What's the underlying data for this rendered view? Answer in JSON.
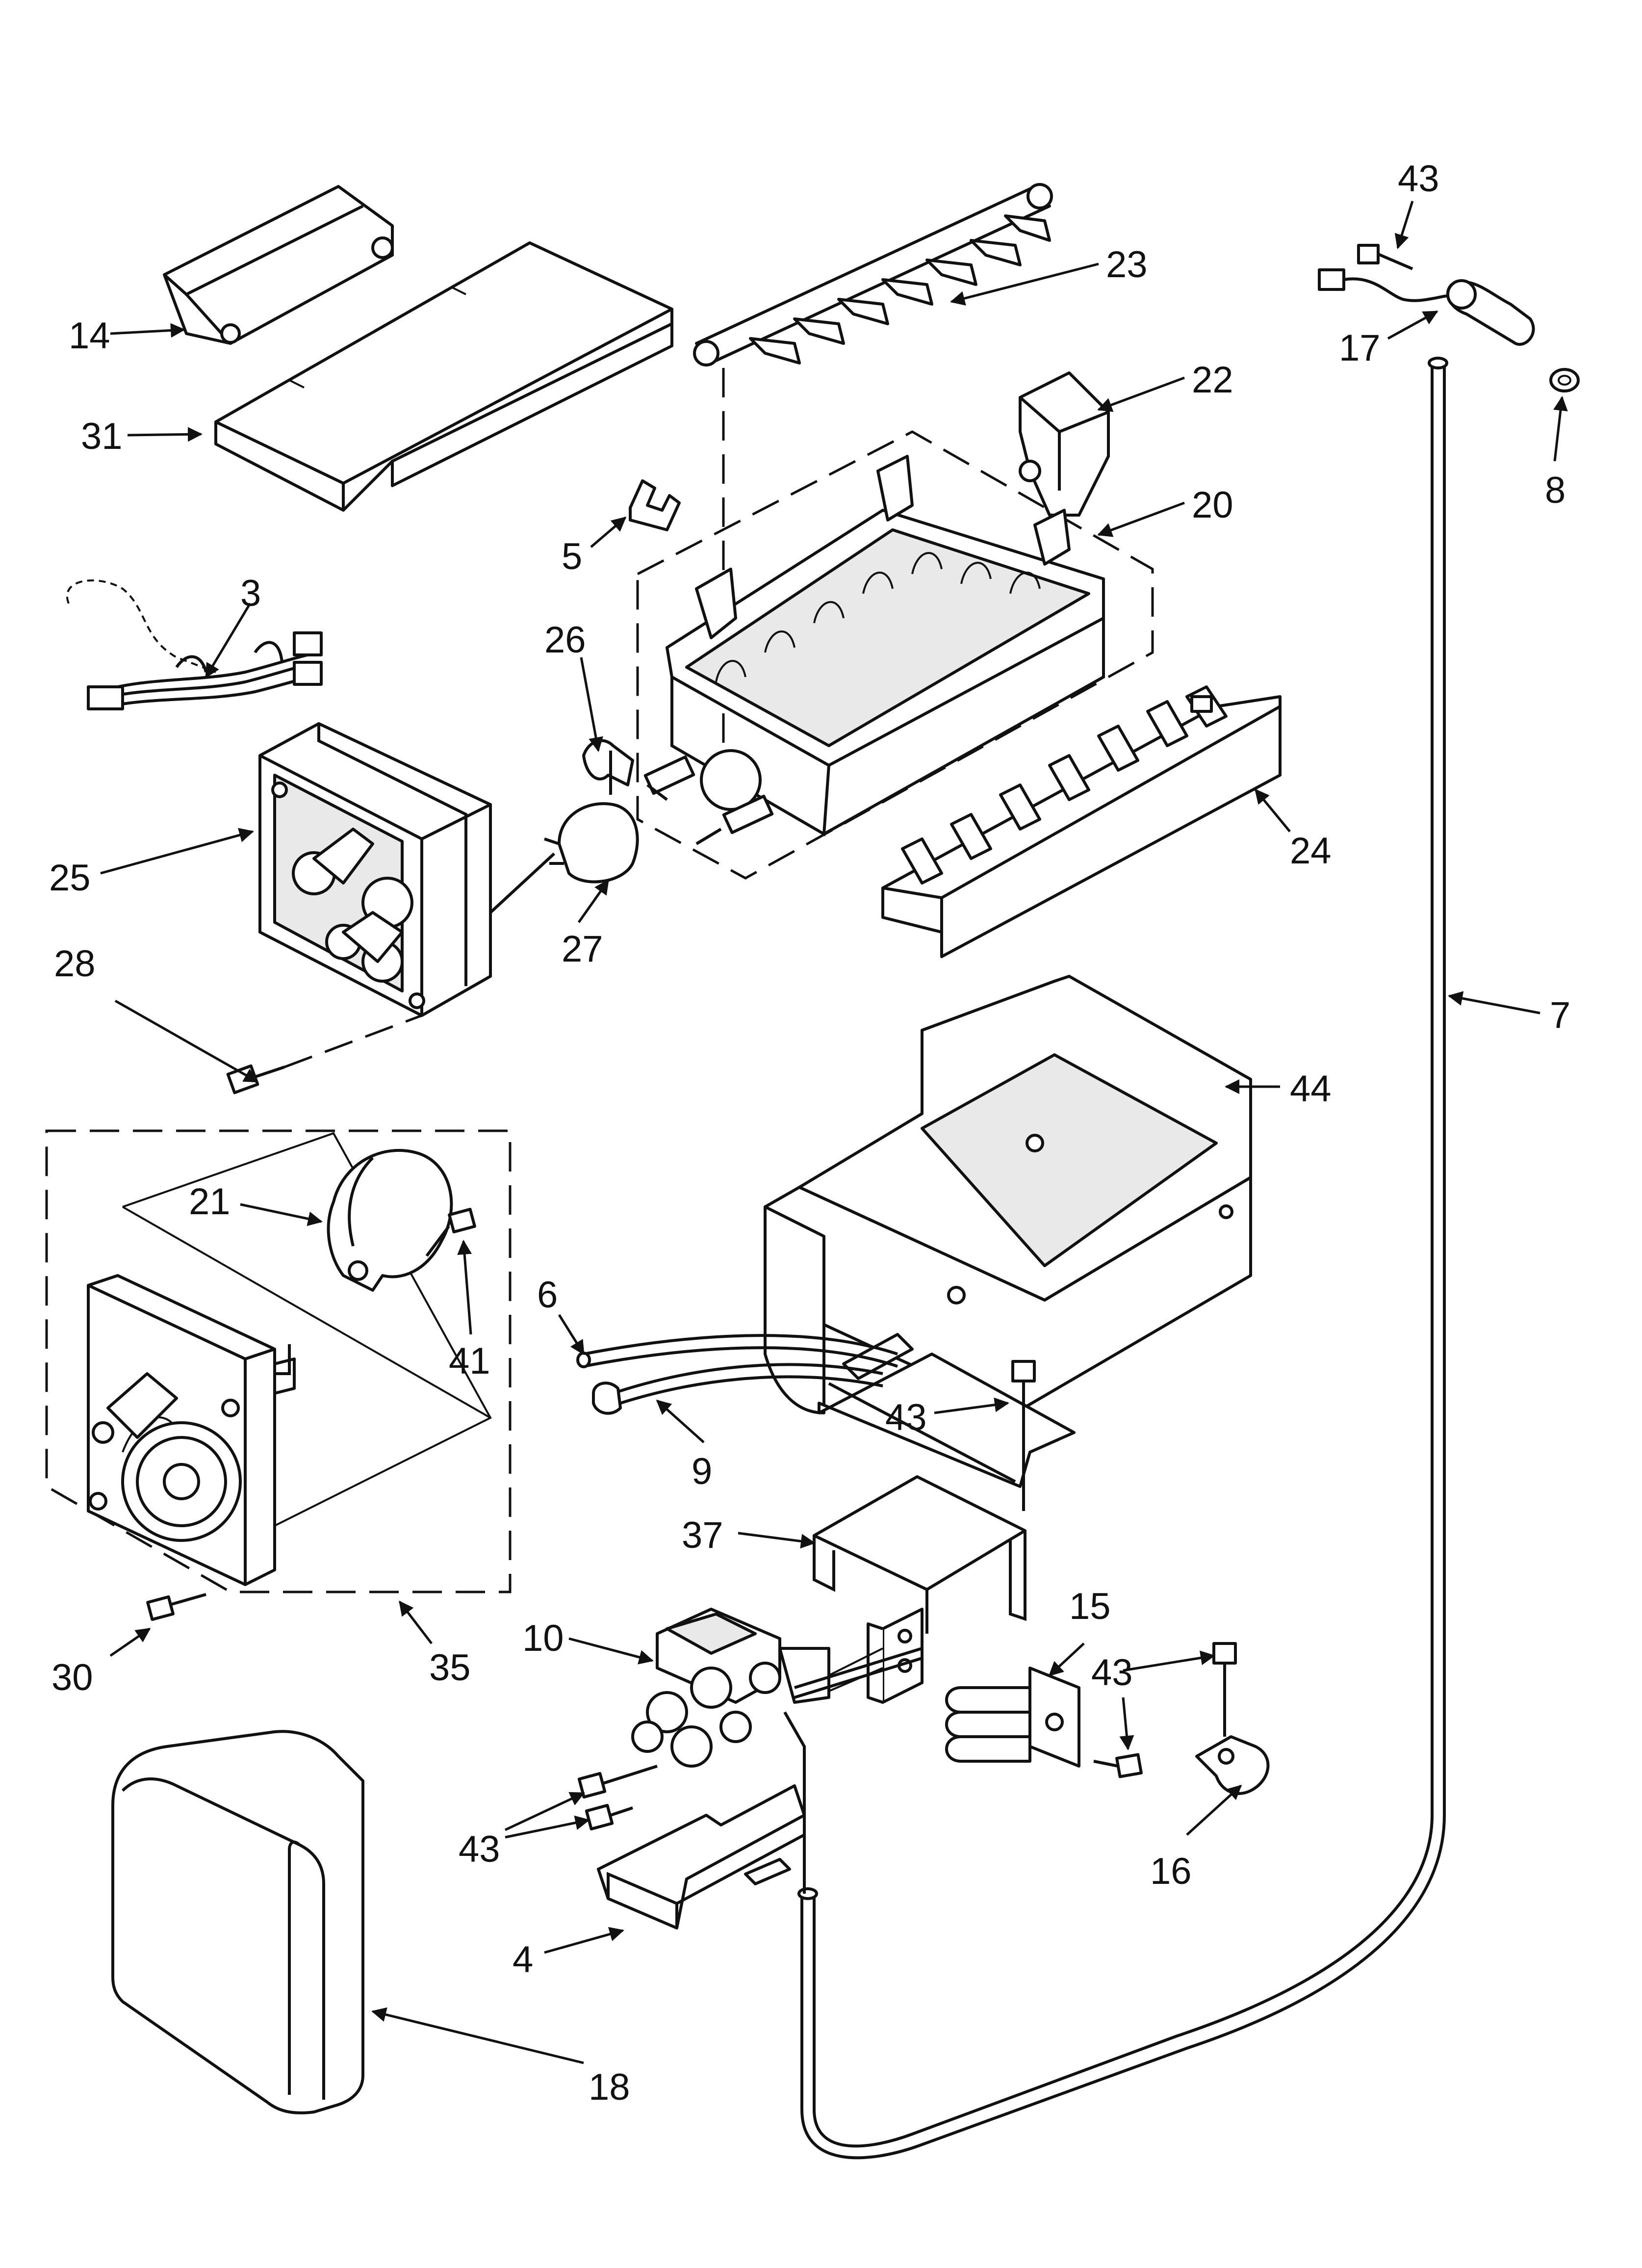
{
  "callouts": {
    "c14": "14",
    "c31": "31",
    "c3": "3",
    "c5": "5",
    "c26": "26",
    "c25": "25",
    "c27": "27",
    "c28": "28",
    "c23": "23",
    "c22": "22",
    "c20": "20",
    "c24": "24",
    "c43a": "43",
    "c17": "17",
    "c8": "8",
    "c7": "7",
    "c44": "44",
    "c21": "21",
    "c41": "41",
    "c6": "6",
    "c9": "9",
    "c43b": "43",
    "c37": "37",
    "c10": "10",
    "c15": "15",
    "c43c": "43",
    "c30": "30",
    "c35": "35",
    "c43d": "43",
    "c16": "16",
    "c4": "4",
    "c18": "18"
  }
}
